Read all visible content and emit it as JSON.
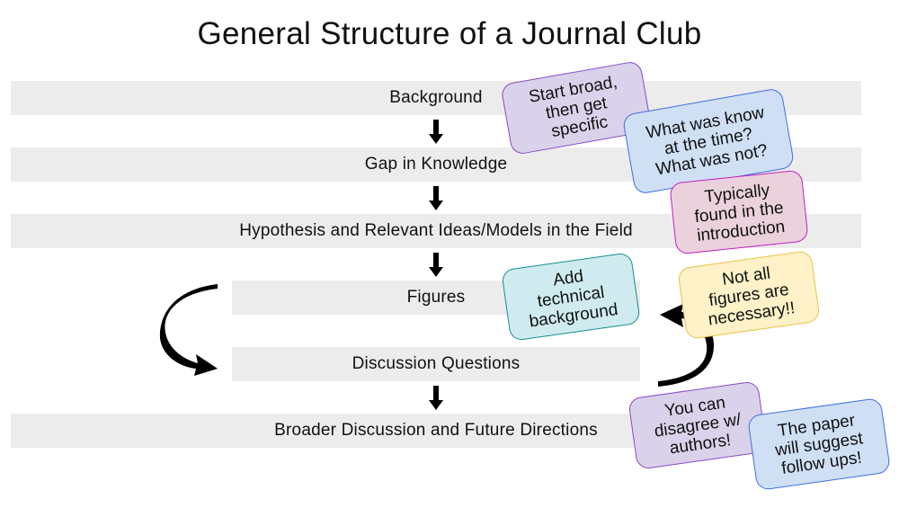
{
  "title": "General Structure of a Journal Club",
  "steps": [
    "Background",
    "Gap in Knowledge",
    "Hypothesis and Relevant Ideas/Models in the Field",
    "Figures",
    "Discussion Questions",
    "Broader Discussion and Future Directions"
  ],
  "notes": {
    "start_broad": "Start broad,\nthen get\nspecific",
    "what_known": "What was know\nat the time?\nWhat was not?",
    "typically_found": "Typically\nfound in the\nintroduction",
    "add_background": "Add\ntechnical\nbackground",
    "not_all_figures": "Not all\nfigures are\nnecessary!!",
    "disagree": "You can\ndisagree w/\nauthors!",
    "follow_ups": "The paper\nwill suggest\nfollow ups!"
  },
  "colors": {
    "bar": "#ececec",
    "purple": "#d9d2ea",
    "blue": "#cfe0f5",
    "pink": "#ead1dc",
    "teal": "#d0ebef",
    "yellow": "#fff1c8"
  }
}
